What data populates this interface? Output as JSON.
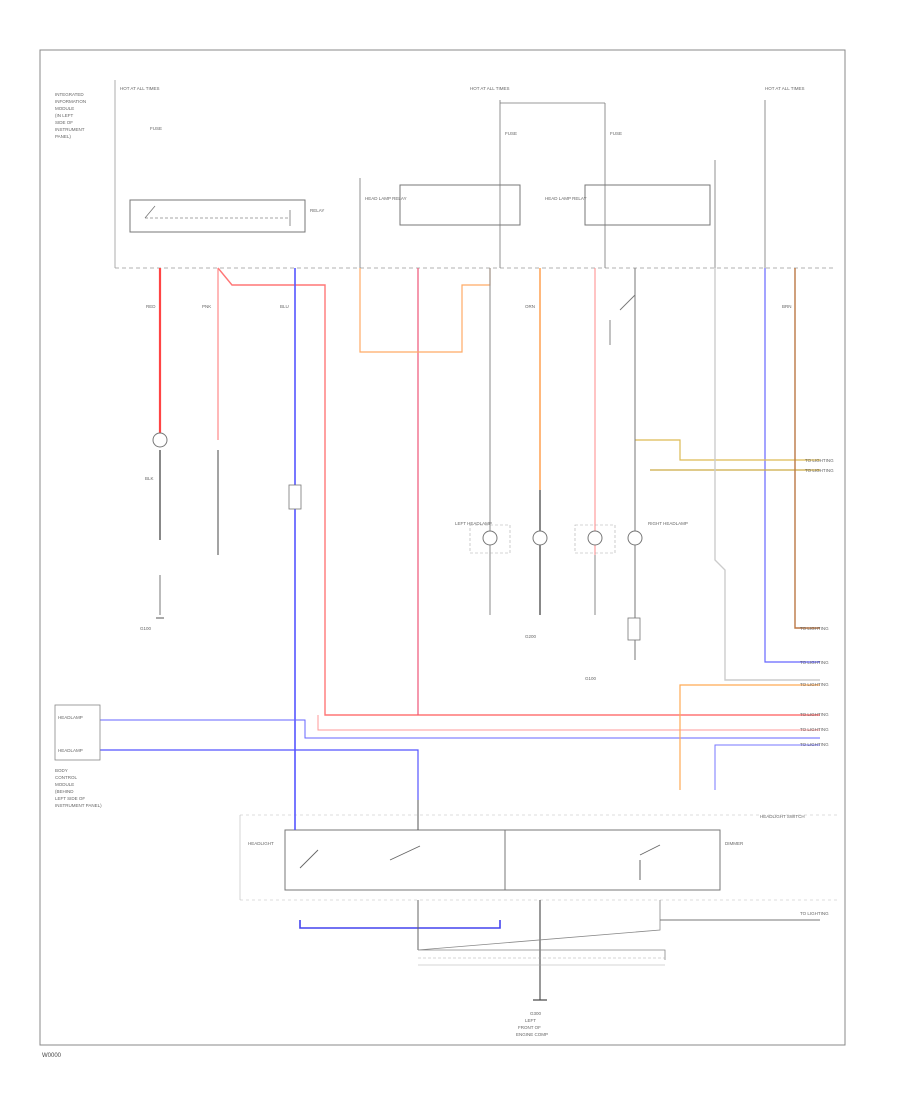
{
  "diagram": {
    "footer_code": "W0000",
    "fuse_labels": {
      "left": "HOT AT ALL TIMES",
      "middle": "HOT AT ALL TIMES",
      "right": "HOT AT ALL TIMES"
    },
    "left_module_text": [
      "INTEGRATED",
      "INFORMATION",
      "MODULE",
      "(IN LEFT",
      "SIDE OF",
      "INSTRUMENT",
      "PANEL)"
    ],
    "components": {
      "fuse_1": "FUSE",
      "fuse_2": "FUSE",
      "fuse_3": "FUSE",
      "relay_1": "RELAY",
      "relay_2": "HEAD LAMP RELAY",
      "relay_3": "HEAD LAMP RELAY",
      "left_headlamp": "LEFT HEADLAMP",
      "right_headlamp": "RIGHT HEADLAMP",
      "ground_left": "G100",
      "ground_center": "G200",
      "ground_right": "G100",
      "bottom_ground": "G300"
    },
    "connector_labels": {
      "red_wire": "RED",
      "pink_wire": "PNK",
      "blue_wire": "BLU",
      "orange_wire": "ORN",
      "brown_wire": "BRN",
      "black_wire": "BLK"
    },
    "left_box": {
      "line1": "HEADLAMP",
      "line2": "HEADLAMP",
      "caption": [
        "BODY",
        "CONTROL",
        "MODULE",
        "(BEHIND",
        "LEFT SIDE OF",
        "INSTRUMENT PANEL)"
      ]
    },
    "bottom_switch": {
      "label": "HEADLIGHT SWITCH",
      "left_text": "HEADLIGHT",
      "right_text": "DIMMER"
    },
    "bottom_ground_text": [
      "LEFT",
      "FRONT OF",
      "ENGINE COMP"
    ],
    "right_labels": [
      "TO LIGHTING",
      "TO LIGHTING",
      "TO LIGHTING",
      "TO LIGHTING",
      "TO LIGHTING",
      "TO LIGHTING",
      "TO LIGHTING",
      "TO LIGHTING",
      "TO LIGHTING"
    ]
  }
}
